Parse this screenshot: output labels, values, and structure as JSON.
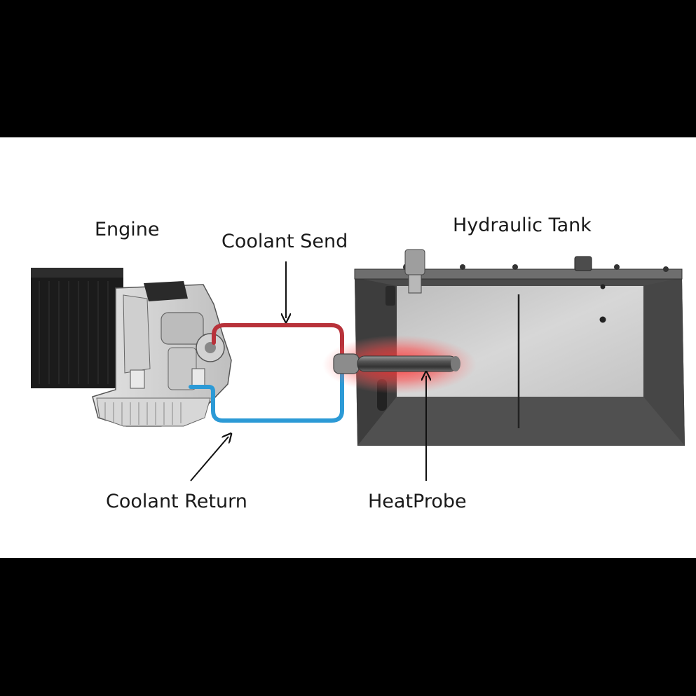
{
  "labels": {
    "engine": "Engine",
    "coolant_send": "Coolant Send",
    "hydraulic_tank": "Hydraulic Tank",
    "coolant_return": "Coolant Return",
    "heat_probe": "HeatProbe"
  },
  "colors": {
    "coolant_send_line": "#b8323a",
    "coolant_return_line": "#2c9ad6",
    "probe_glow": "#ff3b3b",
    "tank_dark": "#4a4a4a",
    "tank_light": "#c9c9c9"
  }
}
